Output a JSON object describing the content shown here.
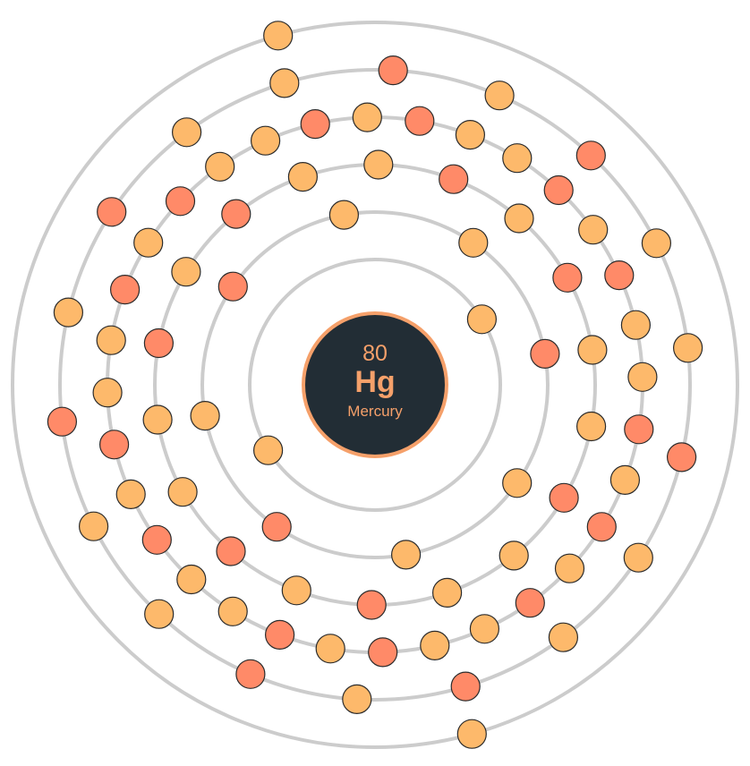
{
  "element": {
    "atomic_number": "80",
    "symbol": "Hg",
    "name": "Mercury"
  },
  "shells": [
    {
      "electrons": 2
    },
    {
      "electrons": 8
    },
    {
      "electrons": 18
    },
    {
      "electrons": 32
    },
    {
      "electrons": 18
    },
    {
      "electrons": 2
    }
  ],
  "colors": {
    "ring": "#cccccc",
    "nucleus_fill": "#222d35",
    "nucleus_border": "#f5a06a",
    "nucleus_text": "#f5a06a",
    "electron_colors": [
      "#fdb96b",
      "#ff8a68"
    ],
    "electron_stroke": "#2b2b2b"
  }
}
